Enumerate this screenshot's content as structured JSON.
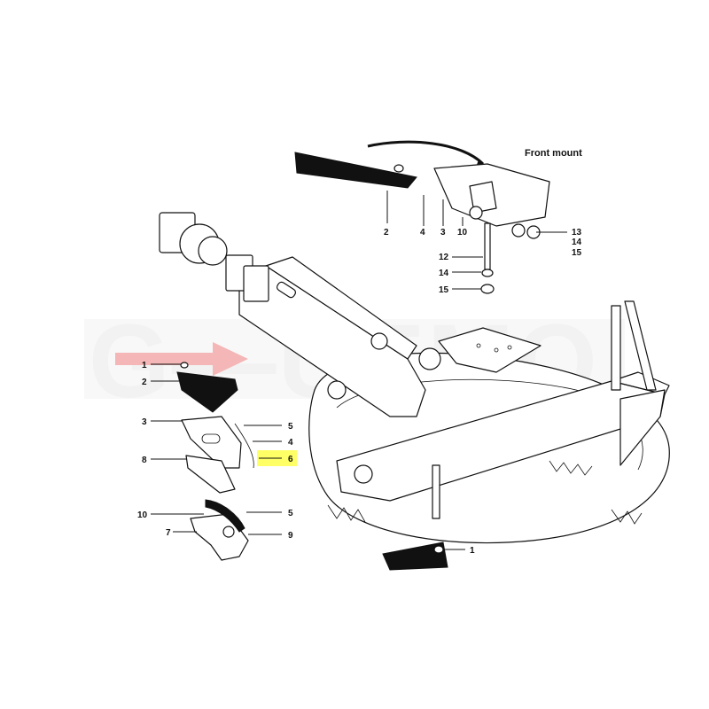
{
  "watermark": {
    "text": "G—UEMO",
    "arrow_color": "#f4b6b6"
  },
  "front_mount_title": "Front mount",
  "highlight_color": "#ffff66",
  "callouts": {
    "top": [
      "2",
      "4",
      "3",
      "10",
      "13",
      "14",
      "15",
      "12",
      "14",
      "15"
    ],
    "left": [
      "1",
      "2",
      "3",
      "8",
      "5",
      "4",
      "6",
      "10",
      "7",
      "5",
      "9"
    ],
    "bottom": [
      "1"
    ]
  },
  "highlighted_callout": "6"
}
